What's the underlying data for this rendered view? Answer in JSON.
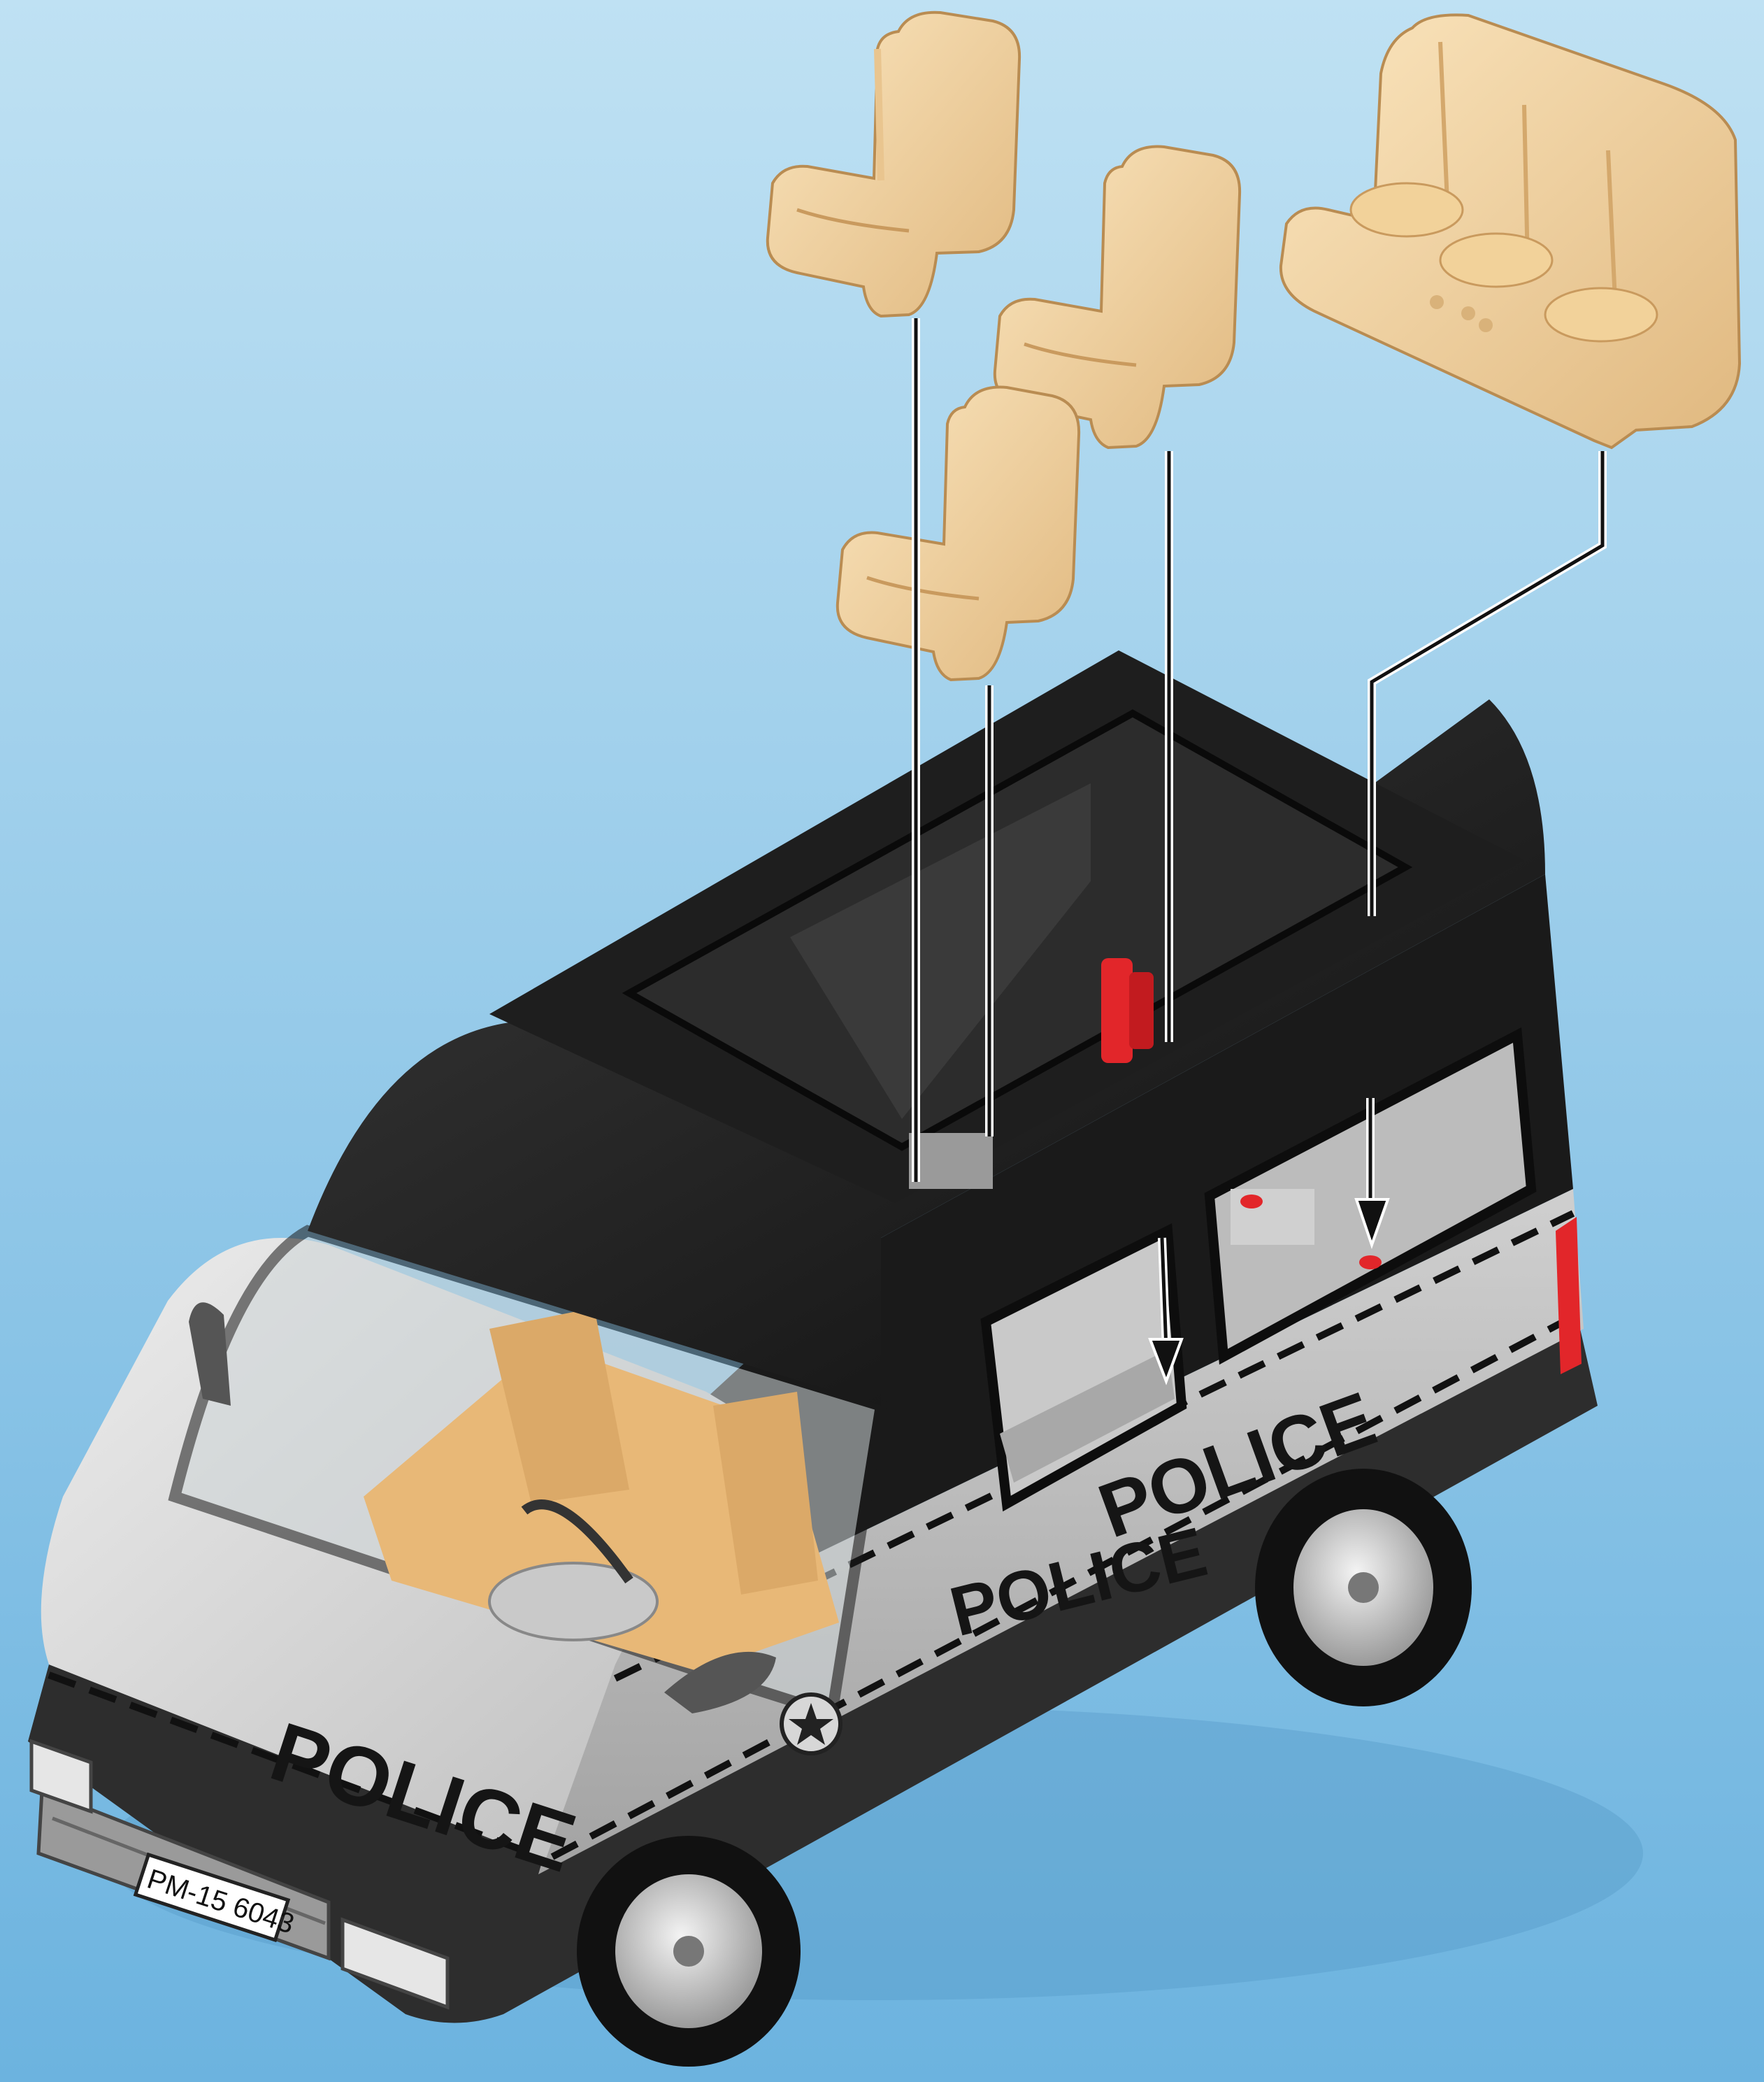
{
  "scene": {
    "description_free": true,
    "background_top": "#bfe1f3",
    "background_bottom": "#6cb3df"
  },
  "van": {
    "hood_label": "POLICE",
    "side_label_upper": "POLICE",
    "side_label_lower": "POLICE",
    "license_plate": "PM-15 6043",
    "body_color": "#161616",
    "stripe_color": "#b9b9b9",
    "hood_color": "#d7d7d7",
    "interior_color": "#e8b877",
    "accent_color": "#e2262a"
  },
  "parts": {
    "seat_color": "#f6d7a2",
    "seat_shadow": "#d9b27a",
    "items": [
      {
        "name": "single-seat"
      },
      {
        "name": "single-seat"
      },
      {
        "name": "single-seat"
      },
      {
        "name": "bench-seat"
      }
    ]
  },
  "icons": [
    "badge-icon",
    "arrow-down-icon"
  ]
}
